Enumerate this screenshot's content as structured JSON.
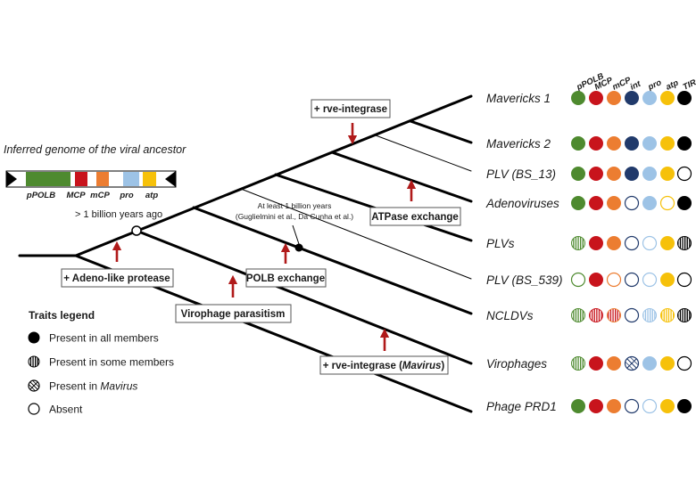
{
  "genome": {
    "title": "Inferred genome of the viral ancestor",
    "labels": [
      "pPOLB",
      "MCP",
      "mCP",
      "pro",
      "atp"
    ]
  },
  "tree": {
    "root_age": "> 1 billion years ago",
    "polb_age_line1": "At least 1 billion years",
    "polb_age_line2": "(Guglielmini et al., Da Cunha et al.)"
  },
  "events": [
    {
      "id": "adeno-like-protease",
      "label": "+ Adeno-like protease",
      "italic_part": ""
    },
    {
      "id": "virophage-parasitism",
      "label": "Virophage parasitism",
      "italic_part": ""
    },
    {
      "id": "polb-exchange",
      "label": "POLB exchange",
      "italic_part": ""
    },
    {
      "id": "atpase-exchange",
      "label": "ATPase exchange",
      "italic_part": ""
    },
    {
      "id": "rve-integrase",
      "label": "+ rve-integrase",
      "italic_part": ""
    },
    {
      "id": "rve-integrase-mavirus",
      "label": "+ rve-integrase (",
      "italic_part": "Mavirus",
      "suffix": ")"
    }
  ],
  "trait_headers": [
    "pPOLB",
    "MCP",
    "mCP",
    "int",
    "pro",
    "atp",
    "TIRs"
  ],
  "trait_colors": [
    "#4e8a2f",
    "#c8141c",
    "#ec7d31",
    "#213a6b",
    "#9dc3e6",
    "#f6c10a",
    "#000000"
  ],
  "taxa": [
    {
      "name": "Mavericks 1",
      "traits": [
        "full",
        "full",
        "full",
        "full",
        "full",
        "full",
        "full"
      ]
    },
    {
      "name": "Mavericks 2",
      "traits": [
        "full",
        "full",
        "full",
        "full",
        "full",
        "full",
        "full"
      ]
    },
    {
      "name": "PLV (BS_13)",
      "traits": [
        "full",
        "full",
        "full",
        "full",
        "full",
        "full",
        "absent"
      ]
    },
    {
      "name": "Adenoviruses",
      "traits": [
        "full",
        "full",
        "full",
        "absent",
        "full",
        "absent",
        "full"
      ]
    },
    {
      "name": "PLVs",
      "traits": [
        "some",
        "full",
        "full",
        "absent",
        "absent",
        "full",
        "some"
      ]
    },
    {
      "name": "PLV (BS_539)",
      "traits": [
        "absent",
        "full",
        "absent",
        "absent",
        "absent",
        "full",
        "absent"
      ]
    },
    {
      "name": "NCLDVs",
      "traits": [
        "some",
        "some",
        "some",
        "absent",
        "some",
        "some",
        "some"
      ]
    },
    {
      "name": "Virophages",
      "traits": [
        "some",
        "full",
        "full",
        "mavirus",
        "full",
        "full",
        "absent"
      ]
    },
    {
      "name": "Phage PRD1",
      "traits": [
        "full",
        "full",
        "full",
        "absent",
        "absent",
        "full",
        "full"
      ]
    }
  ],
  "legend": {
    "title": "Traits legend",
    "items": [
      {
        "kind": "full",
        "label": "Present in all members"
      },
      {
        "kind": "some",
        "label": "Present in some members"
      },
      {
        "kind": "mavirus",
        "label": "Present in ",
        "italic_part": "Mavirus"
      },
      {
        "kind": "absent",
        "label": "Absent"
      }
    ]
  }
}
